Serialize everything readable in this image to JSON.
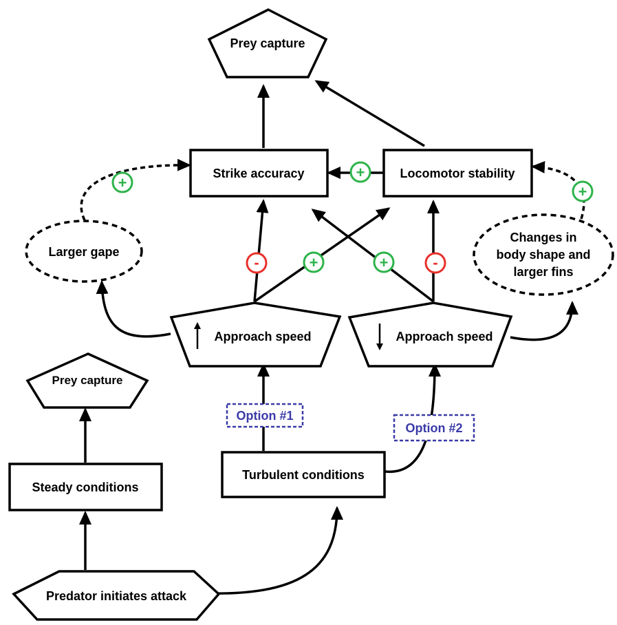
{
  "diagram": {
    "nodes": {
      "prey_capture_top": "Prey capture",
      "strike_accuracy": "Strike accuracy",
      "locomotor_stability": "Locomotor stability",
      "larger_gape": "Larger gape",
      "body_shape_line1": "Changes in",
      "body_shape_line2": "body shape and",
      "body_shape_line3": "larger fins",
      "approach_speed_up": "Approach speed",
      "approach_speed_down": "Approach speed",
      "prey_capture_bottom": "Prey capture",
      "steady_conditions": "Steady conditions",
      "turbulent_conditions": "Turbulent conditions",
      "predator_initiates_attack": "Predator initiates attack"
    },
    "options": {
      "option1": "Option #1",
      "option2": "Option #2"
    },
    "signs": {
      "positive": "+",
      "negative": "-"
    },
    "colors": {
      "positive": "#2db34a",
      "negative": "#e8302a",
      "option": "#3a3aa8",
      "line": "#000000"
    }
  }
}
